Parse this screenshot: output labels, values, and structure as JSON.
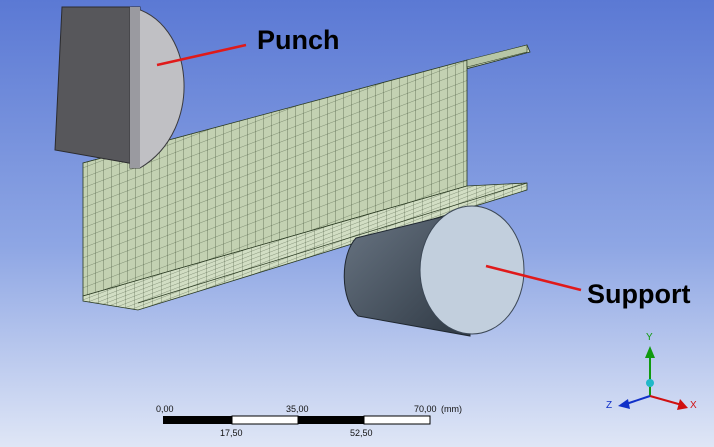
{
  "labels": {
    "punch": "Punch",
    "support": "Support"
  },
  "scale_bar": {
    "top_ticks": [
      "0,00",
      "35,00",
      "70,00",
      "(mm)"
    ],
    "bottom_ticks": [
      "17,50",
      "52,50"
    ]
  },
  "triad": {
    "x": "X",
    "y": "Y",
    "z": "Z"
  },
  "colors": {
    "background_top": "#5b79d4",
    "background_bottom": "#dfe6f6",
    "mesh_fill": "#c3d1b2",
    "mesh_line": "#3a4a30",
    "punch_dark": "#5a5a5e",
    "punch_face": "#c2c2c6",
    "support_body": "#4b5866",
    "support_face": "#c4d0dd",
    "leader_line": "#e01a1a",
    "axis_x": "#d01010",
    "axis_y": "#109a10",
    "axis_z": "#1030c8"
  }
}
